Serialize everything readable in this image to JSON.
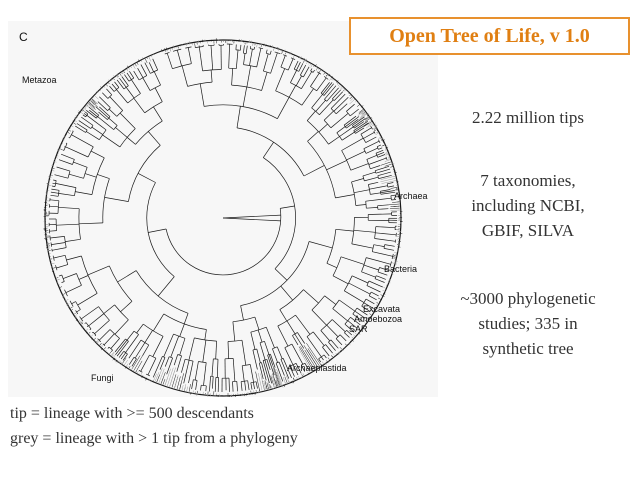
{
  "slide": {
    "title": "Open Tree of Life, v 1.0",
    "figure": {
      "panel_letter": "C",
      "clade_labels": {
        "metazoa": "Metazoa",
        "archaea": "Archaea",
        "bacteria": "Bacteria",
        "excavata": "Excavata",
        "amoebozoa": "Amoebozoa",
        "sar": "SAR",
        "fungi": "Fungi",
        "archaeplastida": "Archaeplastida"
      }
    },
    "stats": {
      "tips": "2.22 million tips",
      "taxonomies": [
        "7 taxonomies,",
        "including NCBI,",
        "GBIF, SILVA"
      ],
      "studies": [
        "~3000 phylogenetic",
        "studies; 335 in",
        "synthetic tree"
      ]
    },
    "legend": {
      "tip": "tip = lineage with >= 500 descendants",
      "grey": "grey = lineage with > 1 tip from a phylogeny"
    },
    "colors": {
      "title_accent": "#e07f12",
      "title_border": "#e8912e",
      "tree_black": "#1a1a1a",
      "tree_grey": "#9a9a9a",
      "body_text": "#333333"
    }
  }
}
